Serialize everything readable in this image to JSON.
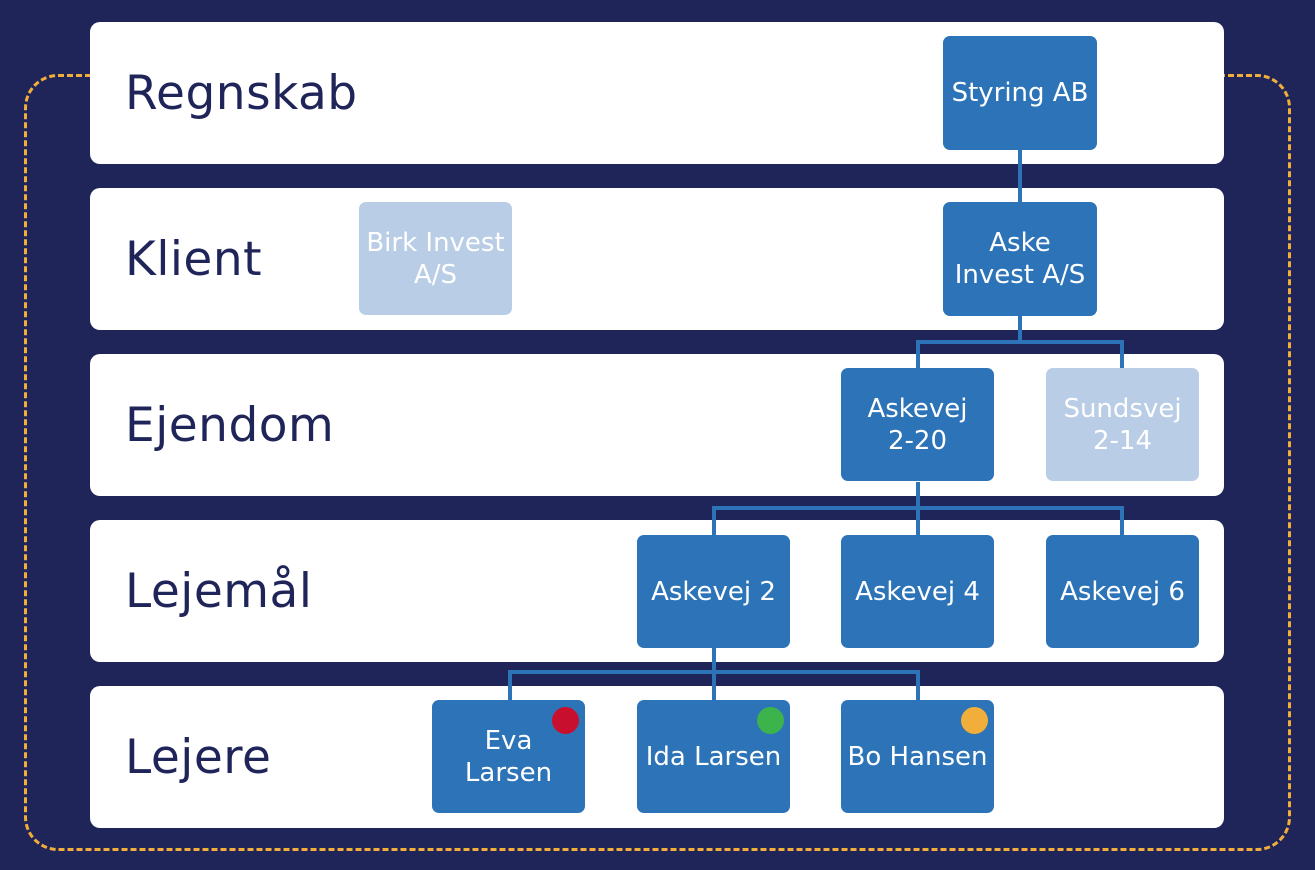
{
  "levels": [
    {
      "label": "Regnskab"
    },
    {
      "label": "Klient"
    },
    {
      "label": "Ejendom"
    },
    {
      "label": "Lejemål"
    },
    {
      "label": "Lejere"
    }
  ],
  "nodes": {
    "styring_ab": {
      "label": "Styring AB"
    },
    "birk_invest": {
      "label": "Birk Invest\nA/S"
    },
    "aske_invest": {
      "label": "Aske\nInvest A/S"
    },
    "askevej_2_20": {
      "label": "Askevej\n2-20"
    },
    "sundsvej_2_14": {
      "label": "Sundsvej\n2-14"
    },
    "askevej_2": {
      "label": "Askevej 2"
    },
    "askevej_4": {
      "label": "Askevej 4"
    },
    "askevej_6": {
      "label": "Askevej 6"
    },
    "eva_larsen": {
      "label": "Eva Larsen",
      "status_color": "#c8102e"
    },
    "ida_larsen": {
      "label": "Ida Larsen",
      "status_color": "#3cb44b"
    },
    "bo_hansen": {
      "label": "Bo Hansen",
      "status_color": "#f2ae3b"
    }
  },
  "colors": {
    "background": "#1f2459",
    "node_active": "#2c73b8",
    "node_inactive": "#b9cde6",
    "frame_dashed": "#f2ae3b",
    "label_text": "#1f2459"
  }
}
